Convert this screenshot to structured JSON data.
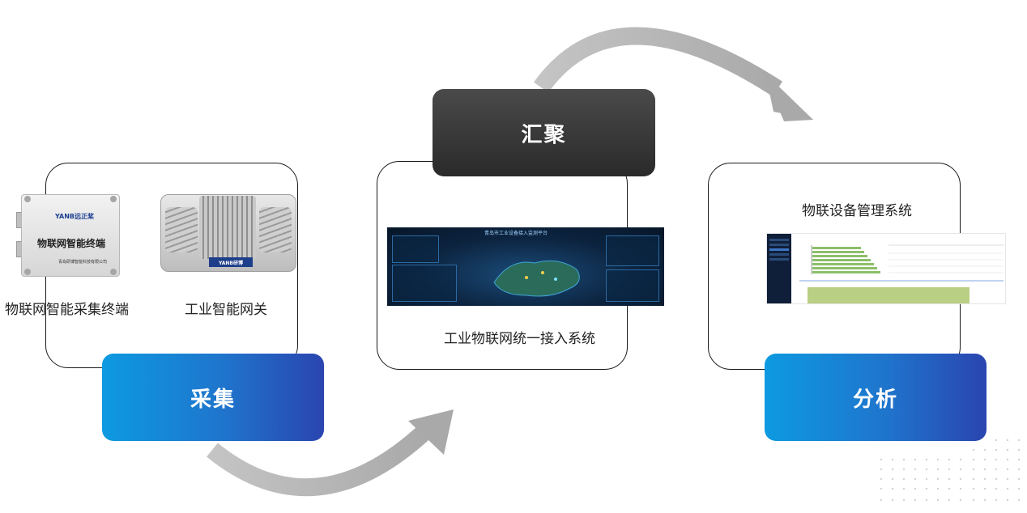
{
  "stages": {
    "collect": {
      "label": "采集"
    },
    "aggregate": {
      "label": "汇聚"
    },
    "analyze": {
      "label": "分析"
    }
  },
  "collect": {
    "terminal_caption": "物联网智能采集终端",
    "gateway_caption": "工业智能网关",
    "terminal_device": {
      "brand": "YANB远正桨",
      "title": "物联网智能终端",
      "company": "青岛研博智能科技有限公司"
    },
    "gateway_device": {
      "brand": "YANB研博"
    }
  },
  "aggregate": {
    "caption": "工业物联网统一接入系统",
    "dashboard_title": "青岛市工业设备接入监测平台"
  },
  "analyze": {
    "caption": "物联设备管理系统"
  },
  "colors": {
    "blue_start": "#0d9ae0",
    "blue_end": "#2a45b0",
    "dark": "#2a2a2a",
    "arrow": "#b3b3b3"
  }
}
